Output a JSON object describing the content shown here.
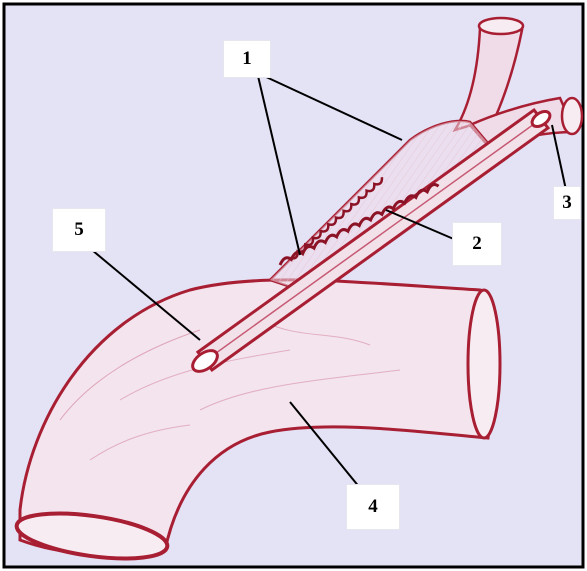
{
  "labels": {
    "l1": "1",
    "l2": "2",
    "l3": "3",
    "l4": "4",
    "l5": "5"
  },
  "colors": {
    "background": "#e4e2f5",
    "border": "#000000",
    "vessel_outline": "#a81e32",
    "vessel_fill": "#f0dbe8",
    "label_text": "#000000"
  }
}
